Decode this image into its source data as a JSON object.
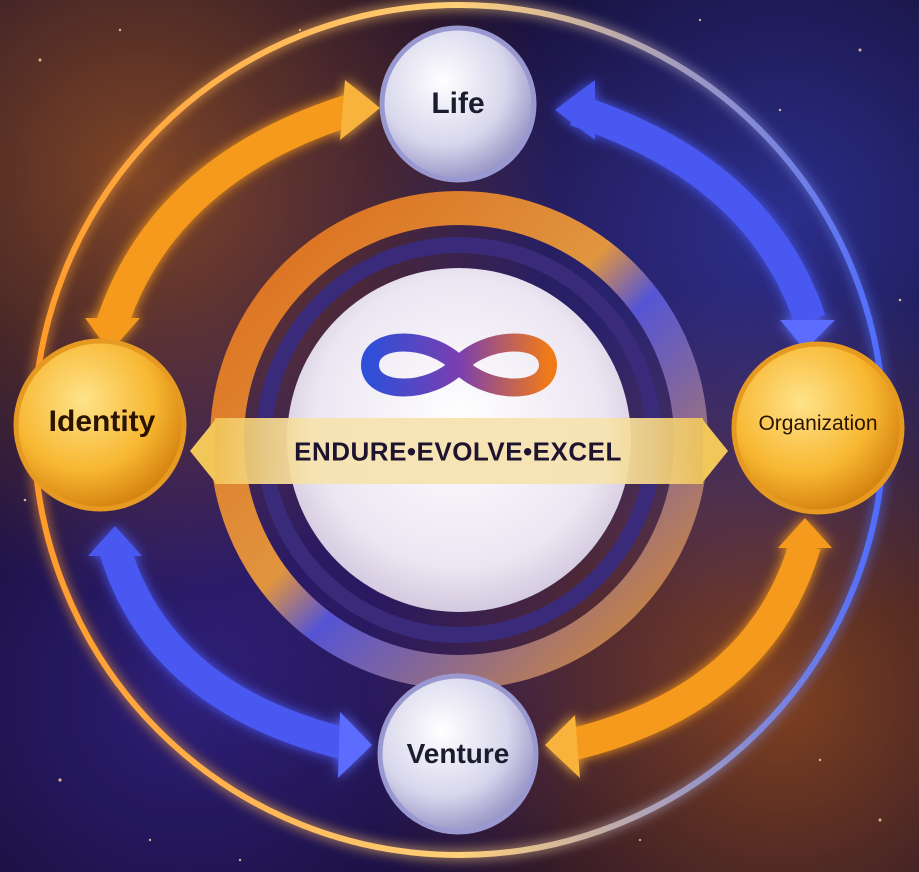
{
  "nodes": {
    "life": "Life",
    "identity": "Identity",
    "organization": "Organization",
    "venture": "Venture"
  },
  "center": {
    "title": "ENDURE•EVOLVE•EXCEL",
    "icon": "infinity-icon"
  },
  "colors": {
    "orange": "#f59a1c",
    "blue": "#4a58f0",
    "gold": "#f7b731",
    "silver": "#d8d6ec"
  }
}
